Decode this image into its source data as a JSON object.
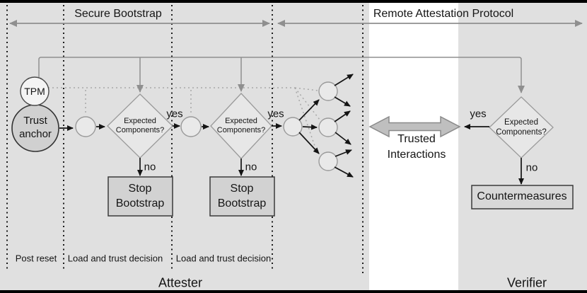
{
  "colors": {
    "background_gray": "#e0e0e0",
    "panel_white": "#ffffff",
    "node_fill": "#e9e9e9",
    "node_stroke": "#9a9a9a",
    "box_fill": "#d2d2d2",
    "box_stroke": "#3a3a3a",
    "line_gray": "#8f8f8f",
    "arrow_black": "#141414",
    "block_arrow_fill": "#bfbfbf",
    "border_black": "#000000"
  },
  "phases_header": {
    "secure_bootstrap": "Secure Bootstrap",
    "remote_attestation": "Remote Attestation Protocol"
  },
  "attester": {
    "tpm": "TPM",
    "trust_anchor": {
      "line1": "Trust",
      "line2": "anchor"
    },
    "decision1": {
      "line1": "Expected",
      "line2": "Components?",
      "yes": "yes",
      "no": "no"
    },
    "decision2": {
      "line1": "Expected",
      "line2": "Components?",
      "yes": "yes",
      "no": "no"
    },
    "stop1": {
      "line1": "Stop",
      "line2": "Bootstrap"
    },
    "stop2": {
      "line1": "Stop",
      "line2": "Bootstrap"
    },
    "phases": [
      "Post reset",
      "Load and trust decision",
      "Load and trust decision"
    ],
    "role": "Attester"
  },
  "interaction": {
    "line1": "Trusted",
    "line2": "Interactions"
  },
  "verifier": {
    "decision": {
      "line1": "Expected",
      "line2": "Components?",
      "yes": "yes",
      "no": "no"
    },
    "countermeasures": "Countermeasures",
    "role": "Verifier"
  }
}
